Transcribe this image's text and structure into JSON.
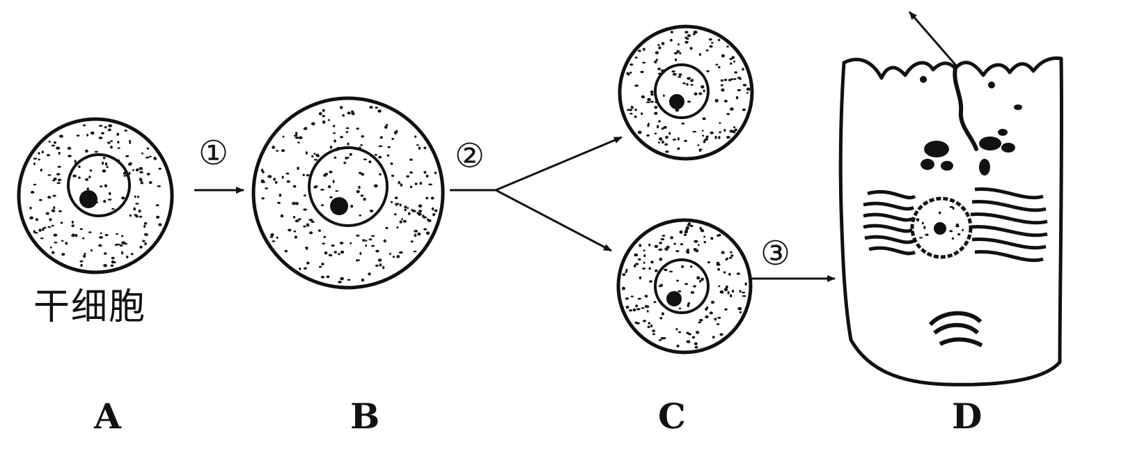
{
  "caption_a": "干细胞",
  "steps": {
    "s1": "①",
    "s2": "②",
    "s3": "③"
  },
  "labels": {
    "a": "A",
    "b": "B",
    "c": "C",
    "d": "D"
  },
  "colors": {
    "ink": "#111111",
    "background": "#ffffff"
  }
}
